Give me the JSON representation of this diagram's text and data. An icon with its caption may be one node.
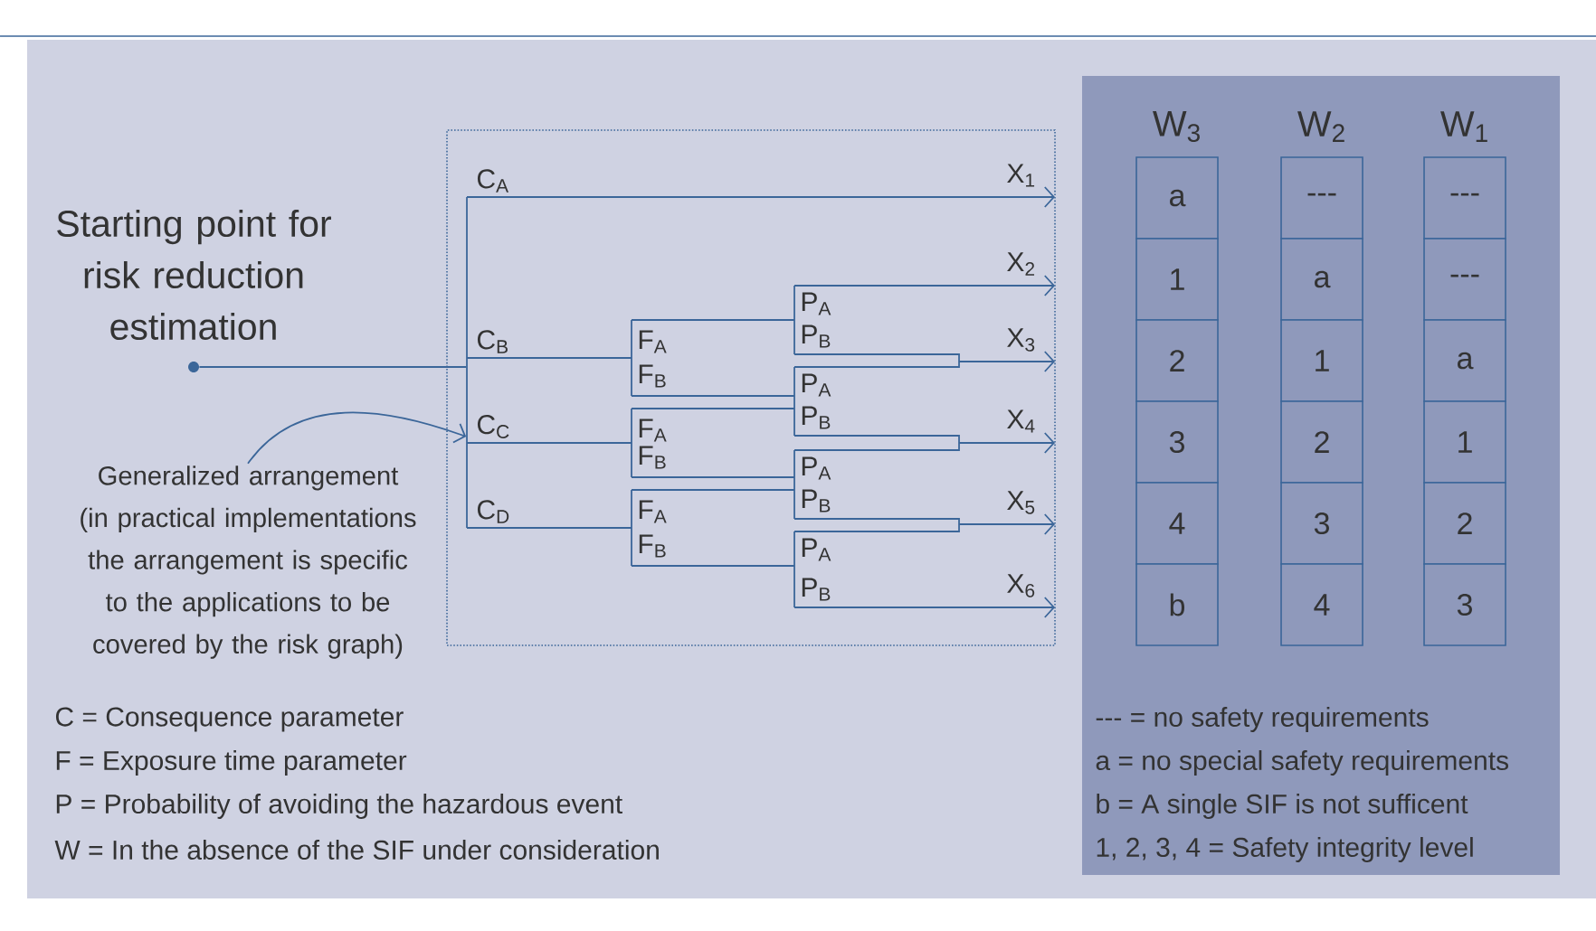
{
  "diagram": {
    "nodes": [
      {
        "text": [],
        "shape": "circle",
        "beside": [
          "Starting point for risk reduction estimation"
        ]
      },
      {
        "text": [],
        "shape": "box"
      },
      {
        "text": [
          "Generalized arrangement (in practical implementations the arrangement is specific to the applications to be covered by the risk graph)"
        ]
      }
    ],
    "edges": [
      {
        "from": 0,
        "to": 1,
        "arrow": "none"
      },
      {
        "from": 2,
        "to": 1,
        "arrow": "to"
      }
    ],
    "labels": [
      "C$_{A}$",
      "C$_{B}$",
      "C$_{C}$",
      "C$_{D}$",
      "F$_{A}$",
      "F$_{B}$",
      "F$_{A}$",
      "F$_{B}$",
      "F$_{A}$",
      "F$_{B}$",
      "P$_{A}$",
      "P$_{B}$",
      "P$_{A}$",
      "P$_{B}$",
      "P$_{A}$",
      "P$_{B}$",
      "P$_{A}$",
      "P$_{B}$",
      "X$_{1}$",
      "X$_{2}$",
      "X$_{3}$",
      "X$_{4}$",
      "X$_{5}$",
      "X$_{6}$",
      "W$_{3}$",
      "W$_{2}$",
      "W$_{1}$",
      "a",
      "---",
      "---",
      "1",
      "a",
      "---",
      "2",
      "1",
      "a",
      "3",
      "2",
      "1",
      "4",
      "3",
      "2",
      "b",
      "4",
      "3",
      "C = Consequence parameter",
      "F = Exposure time parameter",
      "P = Probability of avoiding the hazardous event",
      "W = In the absence of the SIF under consideration",
      "--- = no safety requirements",
      "a = no special safety requirements",
      "b = A single SIF is not sufficent",
      "1, 2, 3, 4 = Safety integrity level"
    ]
  }
}
